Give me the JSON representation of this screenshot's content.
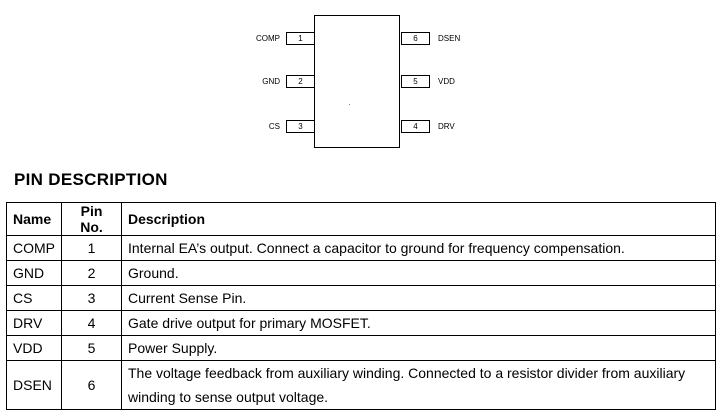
{
  "diagram": {
    "pins": [
      {
        "name": "COMP",
        "number": "1",
        "side": "left"
      },
      {
        "name": "GND",
        "number": "2",
        "side": "left"
      },
      {
        "name": "CS",
        "number": "3",
        "side": "left"
      },
      {
        "name": "DRV",
        "number": "4",
        "side": "right"
      },
      {
        "name": "VDD",
        "number": "5",
        "side": "right"
      },
      {
        "name": "DSEN",
        "number": "6",
        "side": "right"
      }
    ]
  },
  "section": {
    "title": "PIN DESCRIPTION"
  },
  "table": {
    "headers": {
      "name": "Name",
      "pin_no": "Pin No.",
      "description": "Description"
    },
    "rows": [
      {
        "name": "COMP",
        "pin_no": "1",
        "description": "Internal EA’s output. Connect a capacitor to ground for frequency compensation."
      },
      {
        "name": "GND",
        "pin_no": "2",
        "description": "Ground."
      },
      {
        "name": "CS",
        "pin_no": "3",
        "description": "Current Sense Pin."
      },
      {
        "name": "DRV",
        "pin_no": "4",
        "description": "Gate drive output for primary MOSFET."
      },
      {
        "name": "VDD",
        "pin_no": "5",
        "description": "Power Supply."
      },
      {
        "name": "DSEN",
        "pin_no": "6",
        "description": "The voltage feedback from auxiliary winding. Connected to a resistor divider from auxiliary winding to sense output voltage."
      }
    ]
  }
}
